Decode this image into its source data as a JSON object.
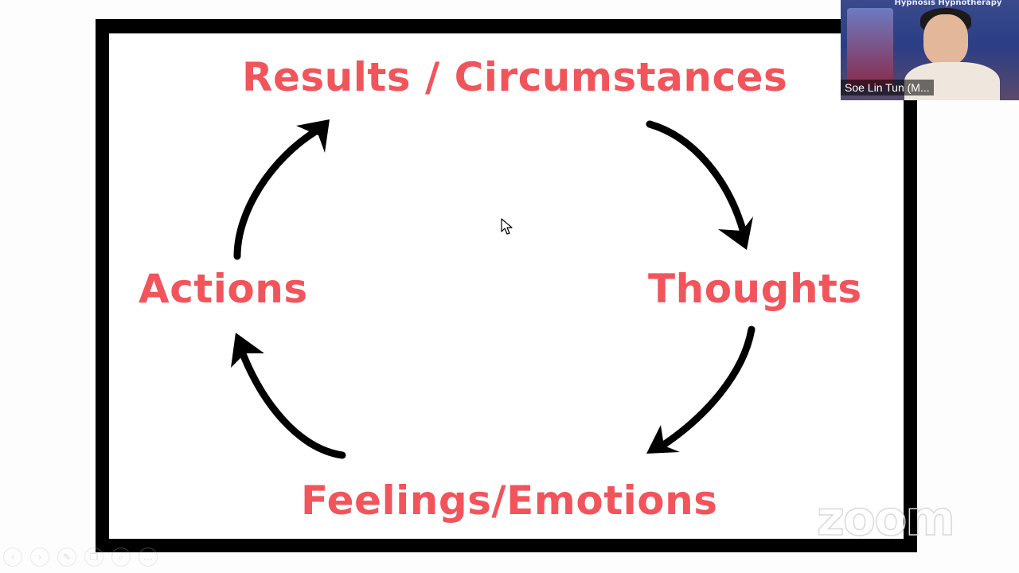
{
  "slide": {
    "nodes": {
      "top": "Results / Circumstances",
      "right": "Thoughts",
      "bottom": "Feelings/Emotions",
      "left": "Actions"
    },
    "text_color": "#f2545b",
    "arrow_color": "#000000"
  },
  "video": {
    "participant_name": "Soe Lin Tun (M...",
    "banner_text": "Hypnosis Hypnotherapy"
  },
  "watermark": "zoom",
  "toolbar": {
    "items": [
      "back-icon",
      "forward-icon",
      "pen-icon",
      "copy-icon",
      "zoom-icon",
      "more-icon"
    ]
  }
}
